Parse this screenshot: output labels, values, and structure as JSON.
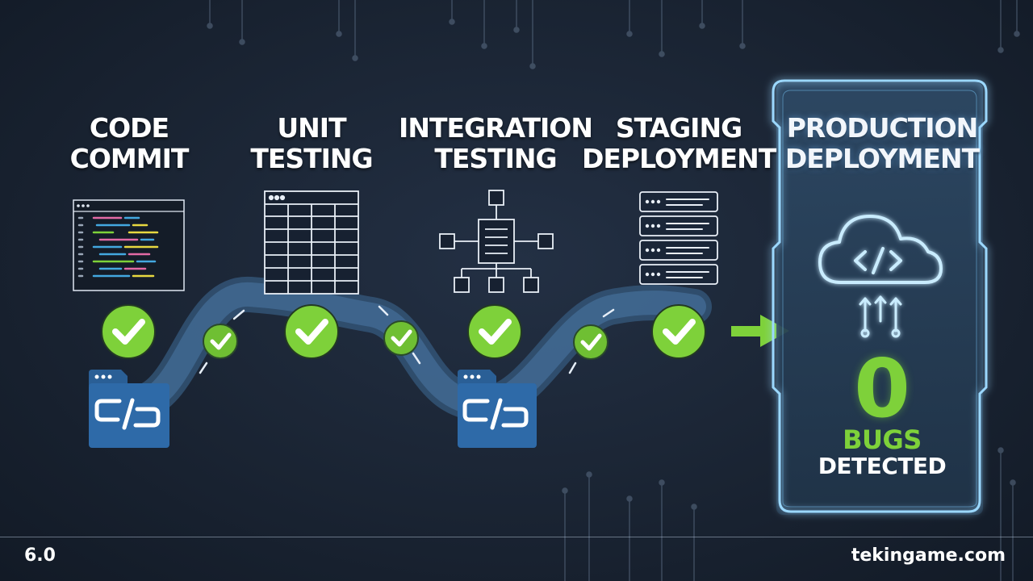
{
  "stages": [
    {
      "title": "CODE\nCOMMIT",
      "icon": "code-window-icon",
      "status": "check"
    },
    {
      "title": "UNIT\nTESTING",
      "icon": "table-icon",
      "status": "check"
    },
    {
      "title": "INTEGRATION\nTESTING",
      "icon": "network-nodes-icon",
      "status": "check"
    },
    {
      "title": "STAGING\nDEPLOYMENT",
      "icon": "server-stack-icon",
      "status": "check"
    },
    {
      "title": "PRODUCTION\nDEPLOYMENT",
      "icon": "cloud-code-icon",
      "status": "highlighted"
    }
  ],
  "result": {
    "count": "0",
    "label_top": "BUGS",
    "label_bottom": "DETECTED"
  },
  "footer": {
    "left": "6.0",
    "right": "tekingame.com"
  },
  "colors": {
    "background": "#1a2433",
    "check_green": "#7ed13a",
    "pipe_blue": "#3f6f9e",
    "folder_blue": "#2e6aa8",
    "glow_blue": "#8fd2ff"
  }
}
